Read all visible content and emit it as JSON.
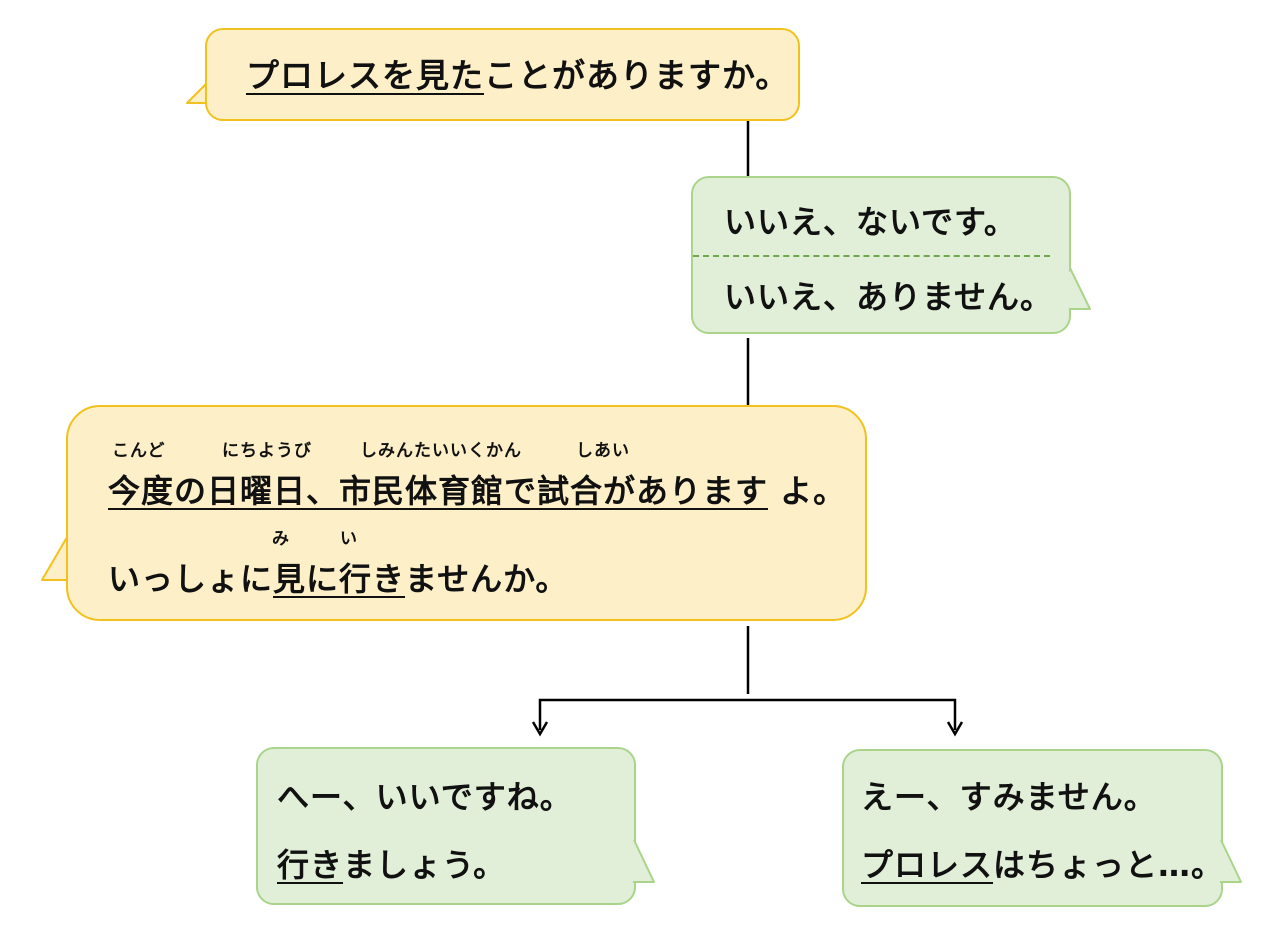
{
  "diagram": {
    "colors": {
      "question_fill": "#fdf0c9",
      "question_border": "#f2c11e",
      "answer_fill": "#e1efd8",
      "answer_border": "#a9d48a",
      "connector": "#000000",
      "divider": "#6fa84f"
    },
    "q1": {
      "underlined": "プロレスを見た",
      "rest": "ことがありますか。"
    },
    "a1": {
      "line1": "いいえ、ないです。",
      "line2": "いいえ、ありません。"
    },
    "q2": {
      "line1_underlined": "今度の日曜日、市民体育館で試合がありますよ。",
      "line1_rest": "よ。",
      "furigana": {
        "kondo": "こんど",
        "nichiyoubi": "にちようび",
        "shimintaiikukan": "しみんたいいくかん",
        "shiai": "しあい",
        "mi": "み",
        "i": "い"
      },
      "line2_pre": "いっしょに",
      "line2_underlined": "見に行き",
      "line2_rest": "ませんか。"
    },
    "a2_left": {
      "line1": "へー、いいですね。",
      "line2_underlined": "行き",
      "line2_rest": "ましょう。"
    },
    "a2_right": {
      "line1": "えー、すみません。",
      "line2_underlined": "プロレス",
      "line2_rest": "はちょっと…。"
    }
  }
}
